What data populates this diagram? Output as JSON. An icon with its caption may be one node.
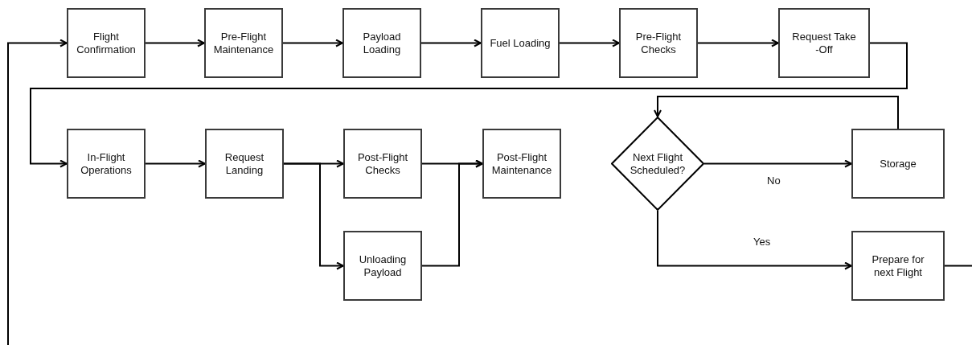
{
  "diagram": {
    "nodes": [
      {
        "text": [
          "Flight Confirmation"
        ]
      },
      {
        "text": [
          "Pre-Flight Maintenance"
        ]
      },
      {
        "text": [
          "Payload Loading"
        ]
      },
      {
        "text": [
          "Fuel Loading"
        ]
      },
      {
        "text": [
          "Pre-Flight Checks"
        ]
      },
      {
        "text": [
          "Request Take -Off"
        ]
      },
      {
        "text": [
          "In-Flight Operations"
        ]
      },
      {
        "text": [
          "Request Landing"
        ]
      },
      {
        "text": [
          "Post-Flight Checks"
        ]
      },
      {
        "text": [
          "Unloading Payload"
        ]
      },
      {
        "text": [
          "Post-Flight Maintenance"
        ]
      },
      {
        "text": [
          "Next Flight Scheduled?"
        ]
      },
      {
        "text": [
          "Storage"
        ]
      },
      {
        "text": [
          "Prepare for next Flight"
        ]
      }
    ],
    "edges": [
      {
        "from": 0,
        "to": 1,
        "arrow": "to"
      },
      {
        "from": 1,
        "to": 2,
        "arrow": "to"
      },
      {
        "from": 2,
        "to": 3,
        "arrow": "to"
      },
      {
        "from": 3,
        "to": 4,
        "arrow": "to"
      },
      {
        "from": 4,
        "to": 5,
        "arrow": "to"
      },
      {
        "from": 5,
        "to": 6,
        "arrow": "to"
      },
      {
        "from": 6,
        "to": 7,
        "arrow": "to"
      },
      {
        "from": 7,
        "to": 8,
        "arrow": "to"
      },
      {
        "from": 7,
        "to": 9,
        "arrow": "to"
      },
      {
        "from": 8,
        "to": 10,
        "arrow": "to"
      },
      {
        "from": 9,
        "to": 10,
        "arrow": "to"
      },
      {
        "from": 11,
        "to": 12,
        "arrow": "to",
        "label": "No"
      },
      {
        "from": 11,
        "to": 13,
        "arrow": "to",
        "label": "Yes"
      },
      {
        "from": 12,
        "to": 11,
        "arrow": "to"
      },
      {
        "from": 13,
        "to": null,
        "arrow": "none"
      },
      {
        "from": null,
        "to": 0,
        "arrow": "to"
      }
    ]
  }
}
